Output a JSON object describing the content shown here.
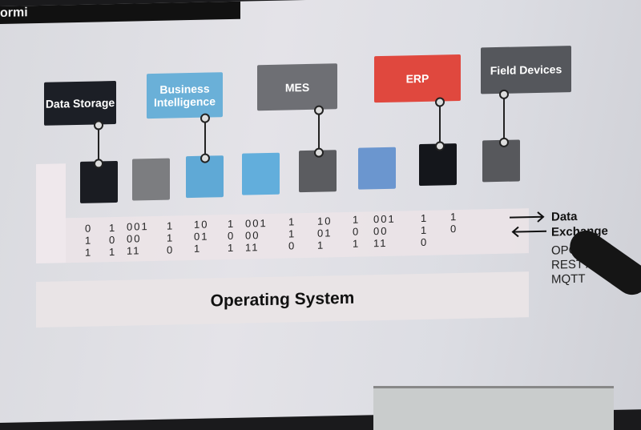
{
  "top_title_fragment": "ormi",
  "components": [
    {
      "label": "Data Storage",
      "color": "#1c1f26"
    },
    {
      "label": "Business Intelligence",
      "color": "#6ab0d8"
    },
    {
      "label": "MES",
      "color": "#6e6f74"
    },
    {
      "label": "ERP",
      "color": "#e0483e"
    },
    {
      "label": "Field Devices",
      "color": "#55575c"
    }
  ],
  "squares": [
    "#1a1c22",
    "#7c7d80",
    "#5fa9d6",
    "#62aedc",
    "#5b5c60",
    "#6b96cf",
    "#14161b",
    "#57585c"
  ],
  "binary_rows": [
    [
      "0",
      "1",
      "001",
      "1",
      "10",
      "1",
      "001",
      "1",
      "10",
      "1",
      "001",
      "1",
      "1"
    ],
    [
      "1",
      "0",
      "00",
      "1",
      "01",
      "0",
      "00",
      "1",
      "01",
      "0",
      "00",
      "1",
      "0"
    ],
    [
      "1",
      "1",
      "11",
      "0",
      "1",
      "1",
      "11",
      "0",
      "1",
      "1",
      "11",
      "0"
    ]
  ],
  "data_exchange": {
    "title": "Data Exchange",
    "protocols": [
      "OPC UA",
      "REST API",
      "MQTT"
    ]
  },
  "operating_system": "Operating System"
}
